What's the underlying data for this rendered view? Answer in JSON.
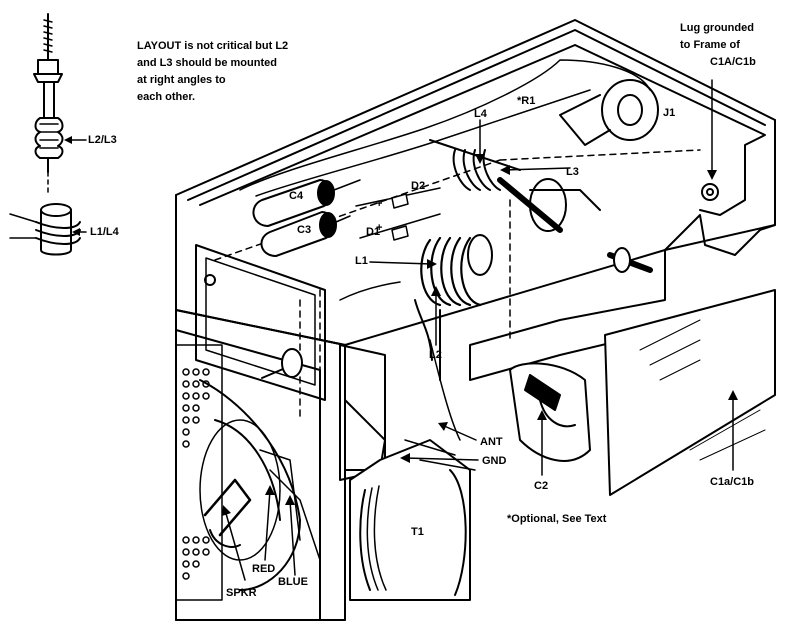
{
  "notes": {
    "layout_lines": [
      "LAYOUT is not critical but L2",
      "and L3 should be mounted",
      "at right angles to",
      "each other."
    ],
    "lug_lines": [
      "Lug grounded",
      "to Frame of",
      "C1A/C1b"
    ],
    "optional": "*Optional, See Text"
  },
  "labels": {
    "l2_l3": "L2/L3",
    "l1_l4": "L1/L4",
    "r1": "*R1",
    "j1": "J1",
    "l4": "L4",
    "l3": "L3",
    "c4": "C4",
    "c3": "C3",
    "d2": "D2",
    "d1": "D1",
    "l1": "L1",
    "l2": "L2",
    "ant": "ANT",
    "gnd": "GND",
    "c2": "C2",
    "c1a_c1b": "C1a/C1b",
    "t1": "T1",
    "red": "RED",
    "blue": "BLUE",
    "spkr": "SPKR",
    "plus1": "+",
    "plus2": "+"
  }
}
